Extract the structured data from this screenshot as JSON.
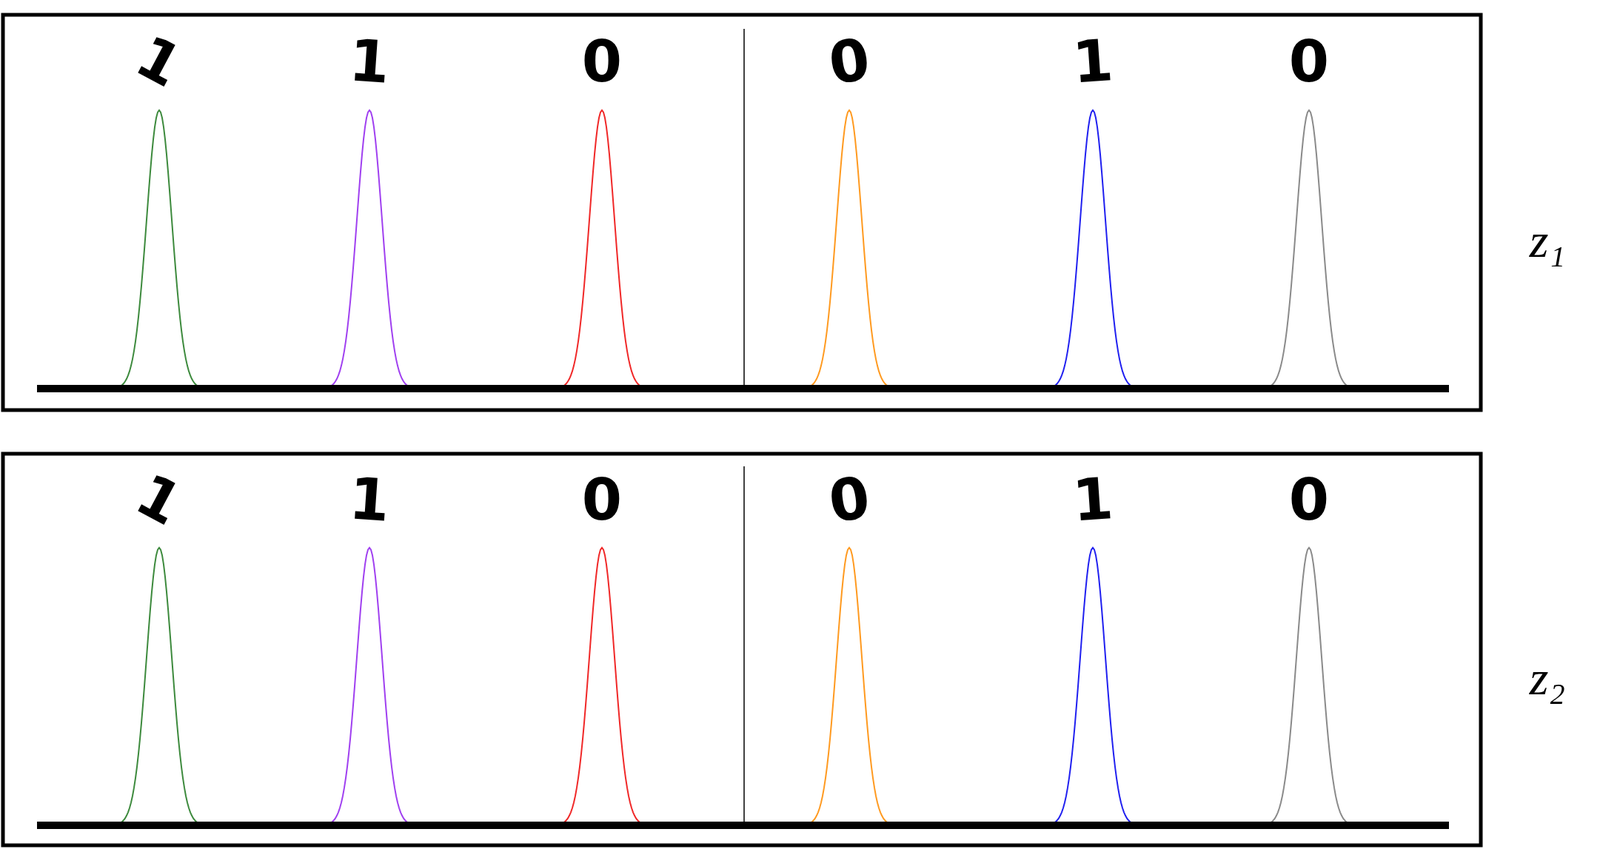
{
  "diagram": {
    "labels": [
      "1",
      "1",
      "0",
      "0",
      "1",
      "0",
      "z₁",
      "1",
      "1",
      "0",
      "0",
      "1",
      "0",
      "z₂"
    ]
  }
}
